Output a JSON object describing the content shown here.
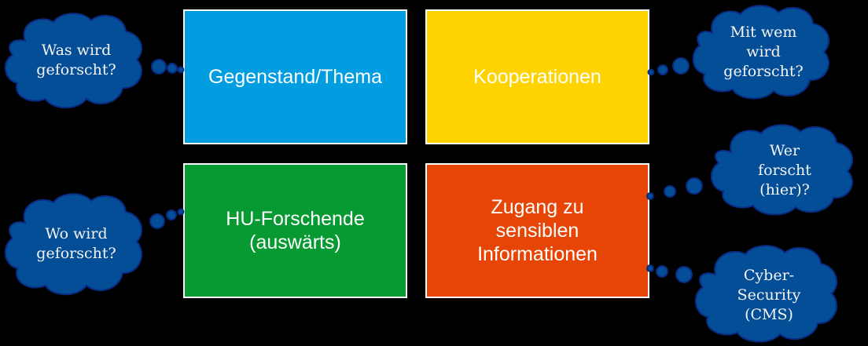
{
  "colors": {
    "background": "#000000",
    "cloud_fill": "#034e97",
    "cloud_stroke": "#0a2a80",
    "box_border": "#ffffff"
  },
  "boxes": [
    {
      "id": "topic",
      "label": "Gegenstand/Thema",
      "color": "#009de0"
    },
    {
      "id": "cooperations",
      "label": "Kooperationen",
      "color": "#ffd300"
    },
    {
      "id": "hu-researchers",
      "label": "HU-Forschende\n(auswärts)",
      "color": "#079a33"
    },
    {
      "id": "sensitive-access",
      "label": "Zugang zu\nsensiblen\nInformationen",
      "color": "#e64505"
    }
  ],
  "clouds": [
    {
      "id": "what",
      "text": "Was wird\ngeforscht?",
      "connects_to": "Gegenstand/Thema"
    },
    {
      "id": "where",
      "text": "Wo wird\ngeforscht?",
      "connects_to": "HU-Forschende (auswärts)"
    },
    {
      "id": "with-whom",
      "text": "Mit wem\nwird\ngeforscht?",
      "connects_to": "Kooperationen"
    },
    {
      "id": "who",
      "text": "Wer\nforscht\n(hier)?",
      "connects_to": "Zugang zu sensiblen Informationen"
    },
    {
      "id": "cyber",
      "text": "Cyber-\nSecurity\n(CMS)",
      "connects_to": "Zugang zu sensiblen Informationen"
    }
  ]
}
